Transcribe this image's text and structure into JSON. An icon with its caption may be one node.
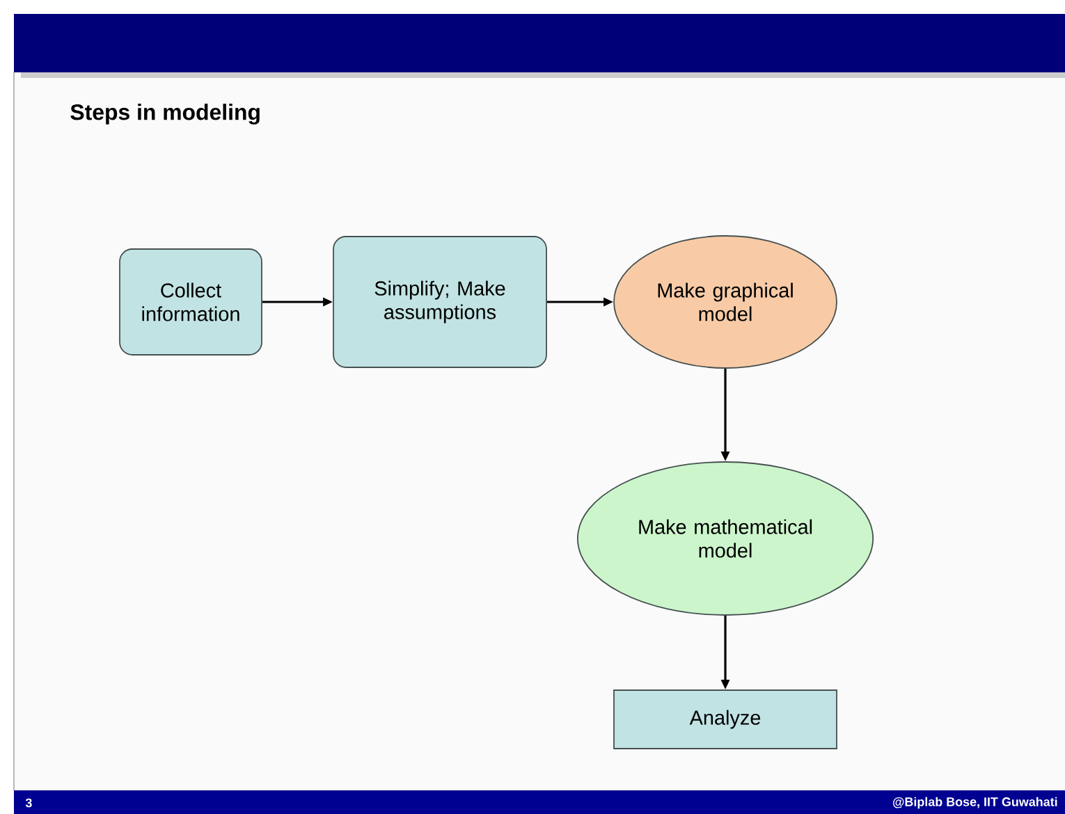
{
  "diagram": {
    "title": "Steps in modeling",
    "nodes": [
      {
        "text": [
          "Collect information"
        ]
      },
      {
        "text": [
          "Simplify; Make assumptions"
        ]
      },
      {
        "text": [
          "Make graphical model"
        ]
      },
      {
        "text": [
          "Make mathematical model"
        ]
      },
      {
        "text": [
          "Analyze"
        ]
      }
    ],
    "edges": [
      {
        "from": 0,
        "to": 1,
        "arrow": "to"
      },
      {
        "from": 1,
        "to": 2,
        "arrow": "to"
      },
      {
        "from": 2,
        "to": 3,
        "arrow": "to"
      },
      {
        "from": 3,
        "to": 4,
        "arrow": "to"
      }
    ],
    "labels": [
      "3",
      "@Biplab Bose, IIT Guwahati"
    ]
  }
}
